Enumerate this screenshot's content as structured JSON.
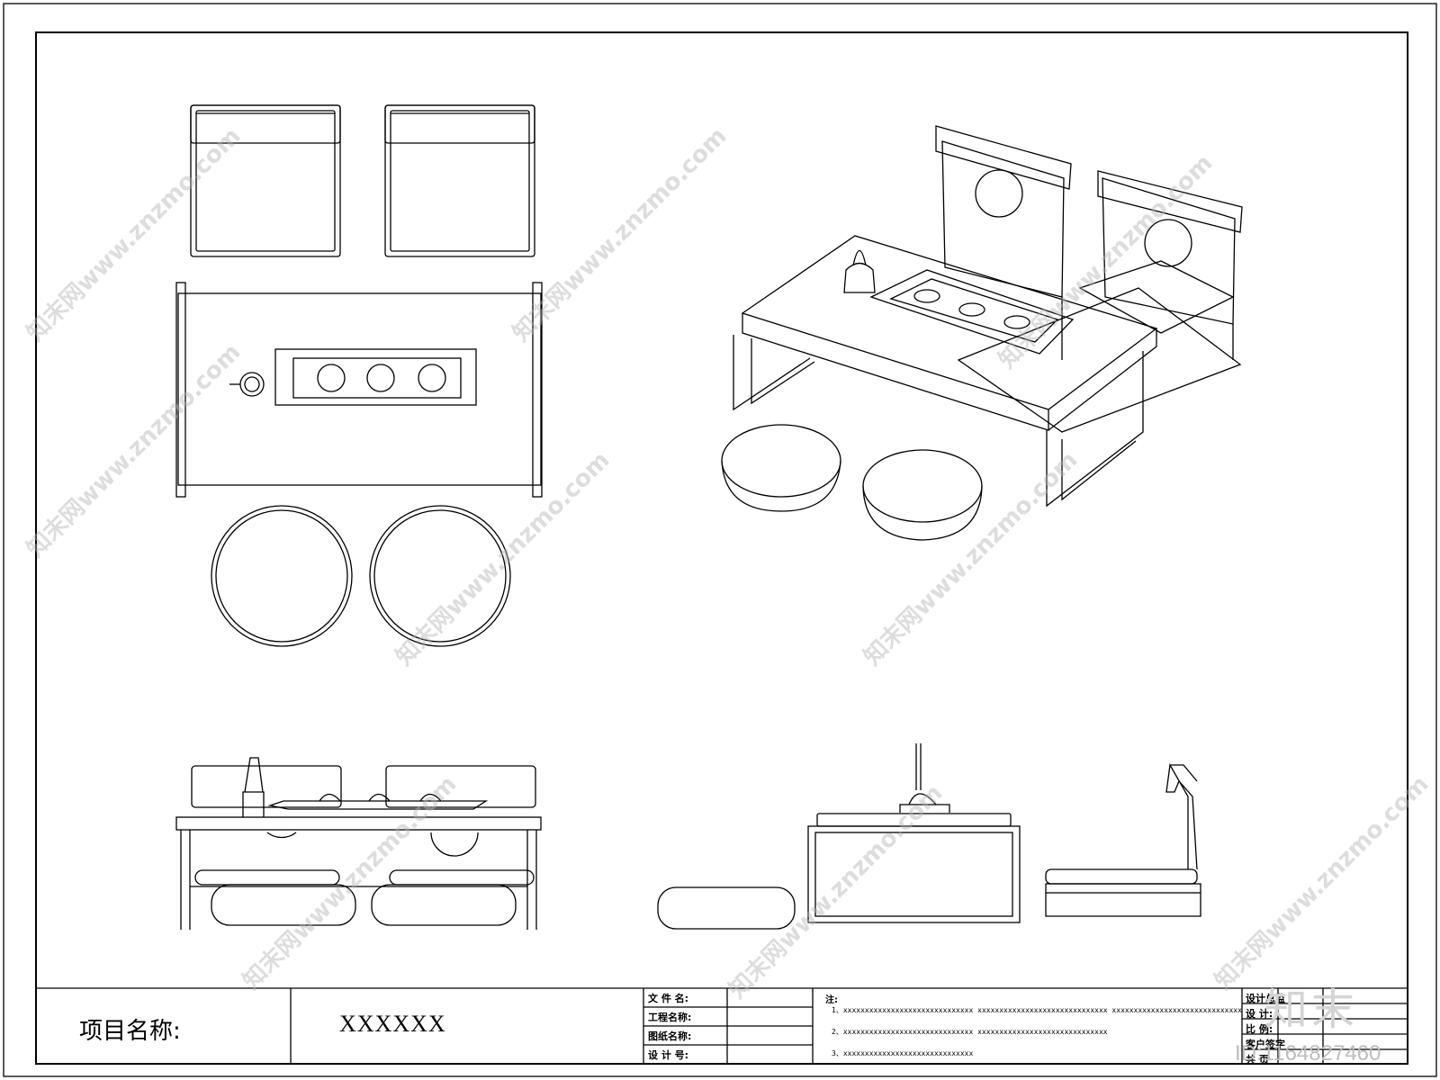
{
  "title_block": {
    "project_label": "项目名称:",
    "project_value": "XXXXXX",
    "fields": [
      "文 件 名:",
      "工程名称:",
      "图纸名称:",
      "设 计 号:"
    ],
    "notes_title": "注:",
    "notes": [
      "1、xxxxxxxxxxxxxxxxxxxxxxxxxxxxxx    xxxxxxxxxxxxxxxxxxxxxxxxxxxxxx    xxxxxxxxxxxxxxxxxxxxxxxxxxxxxx",
      "2、xxxxxxxxxxxxxxxxxxxxxxxxxxxxxx    xxxxxxxxxxxxxxxxxxxxxxxxxxxxxx",
      "3、xxxxxxxxxxxxxxxxxxxxxxxxxxxxxx"
    ],
    "right_fields": [
      "设计总监",
      "设 计:",
      "比 例:",
      "客户签字",
      "共 页"
    ]
  },
  "watermark": {
    "text": "知末网www.znzmo.com",
    "brand": "知末",
    "id_text": "ID:1164827460"
  }
}
